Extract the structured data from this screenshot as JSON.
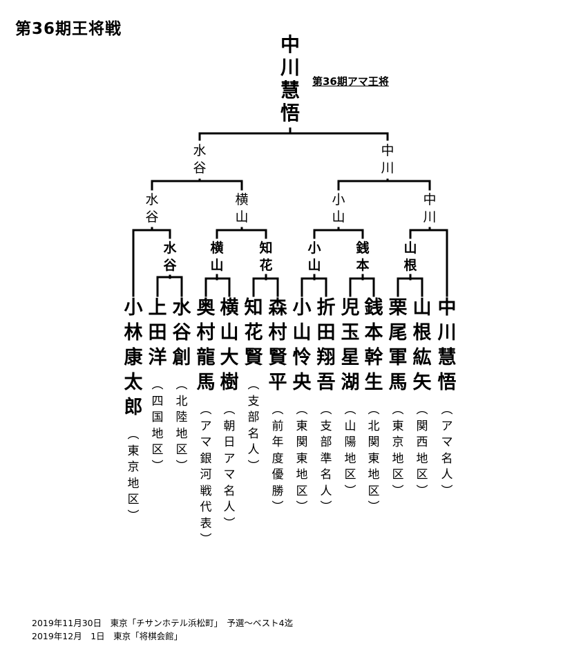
{
  "title": "第36期王将戦",
  "champion": {
    "name": "中川慧悟",
    "label": "第36期アマ王将"
  },
  "final": {
    "left": "水谷",
    "right": "中川"
  },
  "semifinals": [
    {
      "winner": "水谷"
    },
    {
      "winner": "横山"
    },
    {
      "winner": "小山"
    },
    {
      "winner": "中川"
    }
  ],
  "quarterfinals": [
    {
      "winner": "水谷"
    },
    {
      "winner": "横山"
    },
    {
      "winner": "知花"
    },
    {
      "winner": "小山"
    },
    {
      "winner": "銭本"
    },
    {
      "winner": "山根"
    }
  ],
  "players": [
    {
      "name": "小林康太郎",
      "from": "（東京地区）"
    },
    {
      "name": "上田洋",
      "from": "（四国地区）"
    },
    {
      "name": "水谷創",
      "from": "（北陸地区）"
    },
    {
      "name": "奥村龍馬",
      "from": "（アマ銀河戦代表）"
    },
    {
      "name": "横山大樹",
      "from": "（朝日アマ名人）"
    },
    {
      "name": "知花賢",
      "from": "（支部名人）"
    },
    {
      "name": "森村賢平",
      "from": "（前年度優勝）"
    },
    {
      "name": "小山怜央",
      "from": "（東関東地区）"
    },
    {
      "name": "折田翔吾",
      "from": "（支部準名人）"
    },
    {
      "name": "児玉星湖",
      "from": "（山陽地区）"
    },
    {
      "name": "銭本幹生",
      "from": "（北関東地区）"
    },
    {
      "name": "栗尾軍馬",
      "from": "（東京地区）"
    },
    {
      "name": "山根紘矢",
      "from": "（関西地区）"
    },
    {
      "name": "中川慧悟",
      "from": "（アマ名人）"
    }
  ],
  "footer": [
    "2019年11月30日　東京「チサンホテル浜松町」　予選～ベスト4迄",
    "2019年12月　1日　東京「将棋会館」"
  ]
}
